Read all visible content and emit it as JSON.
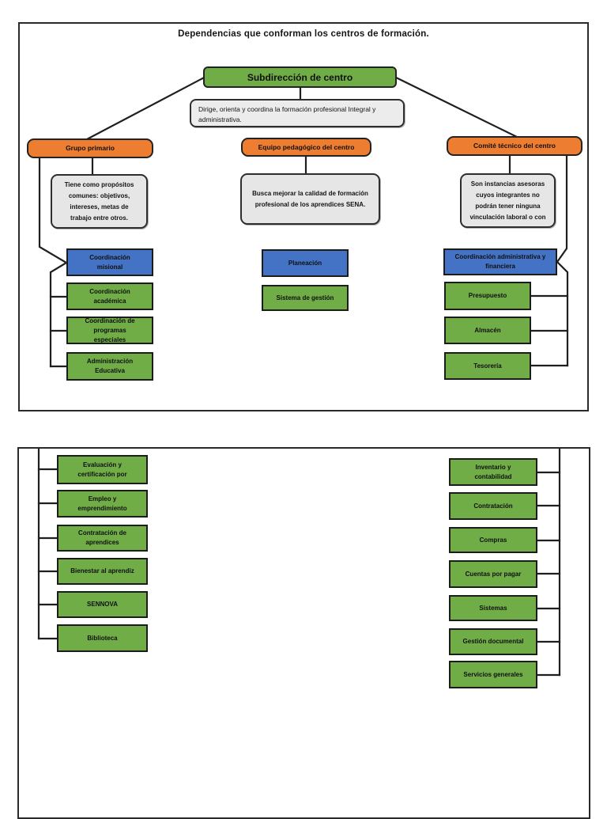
{
  "p1": {
    "title": "Dependencias que conforman los centros de formación.",
    "root": "Subdirección de centro",
    "root_note": "Dirige, orienta y coordina la formación profesional Integral y administrativa.",
    "left": {
      "head": "Grupo primario",
      "note": "Tiene como propósitos comunes: objetivos, intereses, metas de trabajo entre otros.",
      "lead": "Coordinación misional",
      "items": [
        "Coordinación académica",
        "Coordinación de programas especiales",
        "Administración Educativa"
      ]
    },
    "mid": {
      "head": "Equipo pedagógico del centro",
      "note": "Busca mejorar la calidad de formación profesional de los aprendices SENA.",
      "lead": "Planeación",
      "items": [
        "Sistema de gestión"
      ]
    },
    "right": {
      "head": "Comité técnico del centro",
      "note": "Son instancias asesoras cuyos integrantes no podrán tener ninguna vinculación laboral o con",
      "lead": "Coordinación administrativa y financiera",
      "items": [
        "Presupuesto",
        "Almacén",
        "Tesorería"
      ]
    }
  },
  "p2": {
    "left_items": [
      "Evaluación y certificación por",
      "Empleo y emprendimiento",
      "Contratación de aprendices",
      "Bienestar al aprendiz",
      "SENNOVA",
      "Biblioteca"
    ],
    "right_items": [
      "Inventario y contabilidad",
      "Contratación",
      "Compras",
      "Cuentas por pagar",
      "Sistemas",
      "Gestión documental",
      "Servicios generales"
    ]
  },
  "colors": {
    "orange": "#ED7D31",
    "green": "#70AD47",
    "blue": "#4472C4",
    "note_gray": "#E7E6E6",
    "line": "#1f1f1f"
  }
}
